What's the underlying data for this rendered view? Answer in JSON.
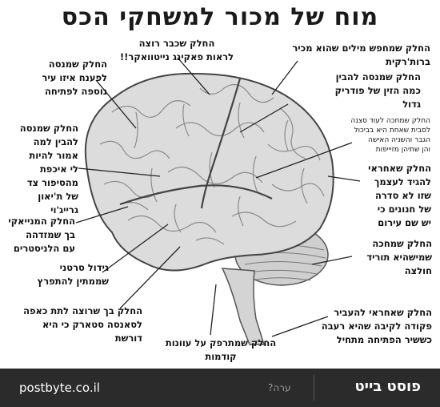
{
  "title": "מוח של מכור למשחקי הכס",
  "labels": {
    "fakeng": "החלק שכבר רוצה\nלראות פאקינג נייטוואקר!!",
    "dothraki": "החלק שמחפש מילים שהוא מכיר\nברות'רקית",
    "hodor_map": "החלק שמנסה\nלפענח איזו עיר\nנוספה לפתיחה",
    "petyr": "החלק שמנסה להבין\nכמה הזין של פודריק\nגדול",
    "sex_scene": "החלק שמחכה לעוד סצנה\nלסבית שאחת היא בביכול\nהגבר והשניה האישה\nוהן שתיהן מזיייפות",
    "khaleesi": "החלק שמנסה\nלהבין למה\nאמור להיות\nלי איכפת\nמהסיפור צד\nשל ת'יאון\nגרייג'וי",
    "naked": "החלק שאחראי\nלהגיד לעצמך\nשזו לא סדרה\nשל חנונים כי\nיש שם עירום",
    "lannister": "החלק המנייאקי\nבך שמזדהה\nעם הלניסטרים",
    "hodor": "החלק שמחכה\nשמישהיא תוריד\nחולצה",
    "spinal": "גידול סרטני\nשממתין להתפרץ",
    "cape": "החלק בך שרוצה לתת כאפה\nלסאנסה סטארק כי היא\nדורשת",
    "wait": "החלק שאחראי להעביר\nפקודה לקיבה שהיא רעבה\nכששיר הפתיחה מתחיל",
    "sins": "החלק שמתרפק על עוונות\nקודמות"
  },
  "footer": {
    "site": "postbyte.co.il",
    "comment": "ערה?",
    "logo": "פוסט בייט"
  }
}
